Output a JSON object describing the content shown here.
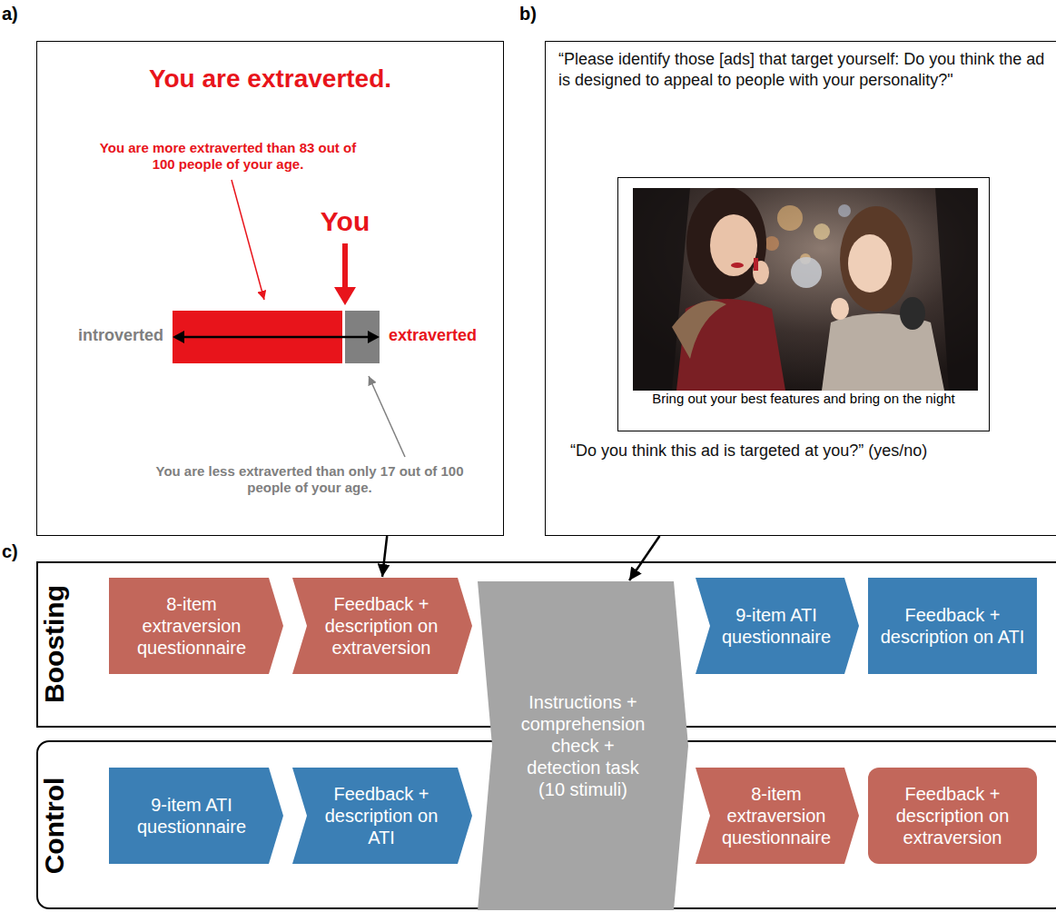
{
  "diagram": {
    "nodes": [
      {
        "text": [
          "You are extraverted.",
          "You are more extraverted than 83 out of 100 people of your age.",
          "You",
          "introverted",
          "extraverted",
          "You are less extraverted than only 17 out of 100 people of your age."
        ]
      },
      {
        "text": [
          "“Please identify those [ads] that target yourself: Do you think the ad is designed to appeal to people with your personality?\"",
          "“Do you think this ad is targeted at you?” (yes/no)"
        ]
      },
      {
        "text": [
          "Bring out your best features and bring on the night"
        ],
        "in": 1
      },
      {
        "text": [
          "Boosting"
        ]
      },
      {
        "text": [
          "8-item extraversion questionnaire"
        ],
        "in": 3
      },
      {
        "text": [
          "Feedback + description on extraversion"
        ],
        "in": 3
      },
      {
        "text": [
          "Instructions + comprehension check + detection task (10 stimuli)"
        ]
      },
      {
        "text": [
          "9-item ATI questionnaire"
        ],
        "in": 3
      },
      {
        "text": [
          "Feedback + description on ATI"
        ],
        "in": 3
      },
      {
        "text": [
          "Control"
        ]
      },
      {
        "text": [
          "9-item ATI questionnaire"
        ],
        "in": 9
      },
      {
        "text": [
          "Feedback + description on ATI"
        ],
        "in": 9
      },
      {
        "text": [
          "8-item extraversion questionnaire"
        ],
        "in": 9
      },
      {
        "text": [
          "Feedback + description on extraversion"
        ],
        "in": 9
      }
    ],
    "edges": [
      {
        "from": 0,
        "to": 5,
        "arrow": "to"
      },
      {
        "from": 1,
        "to": 6,
        "arrow": "to"
      }
    ],
    "labels": [
      "a)",
      "b)",
      "c)"
    ]
  }
}
